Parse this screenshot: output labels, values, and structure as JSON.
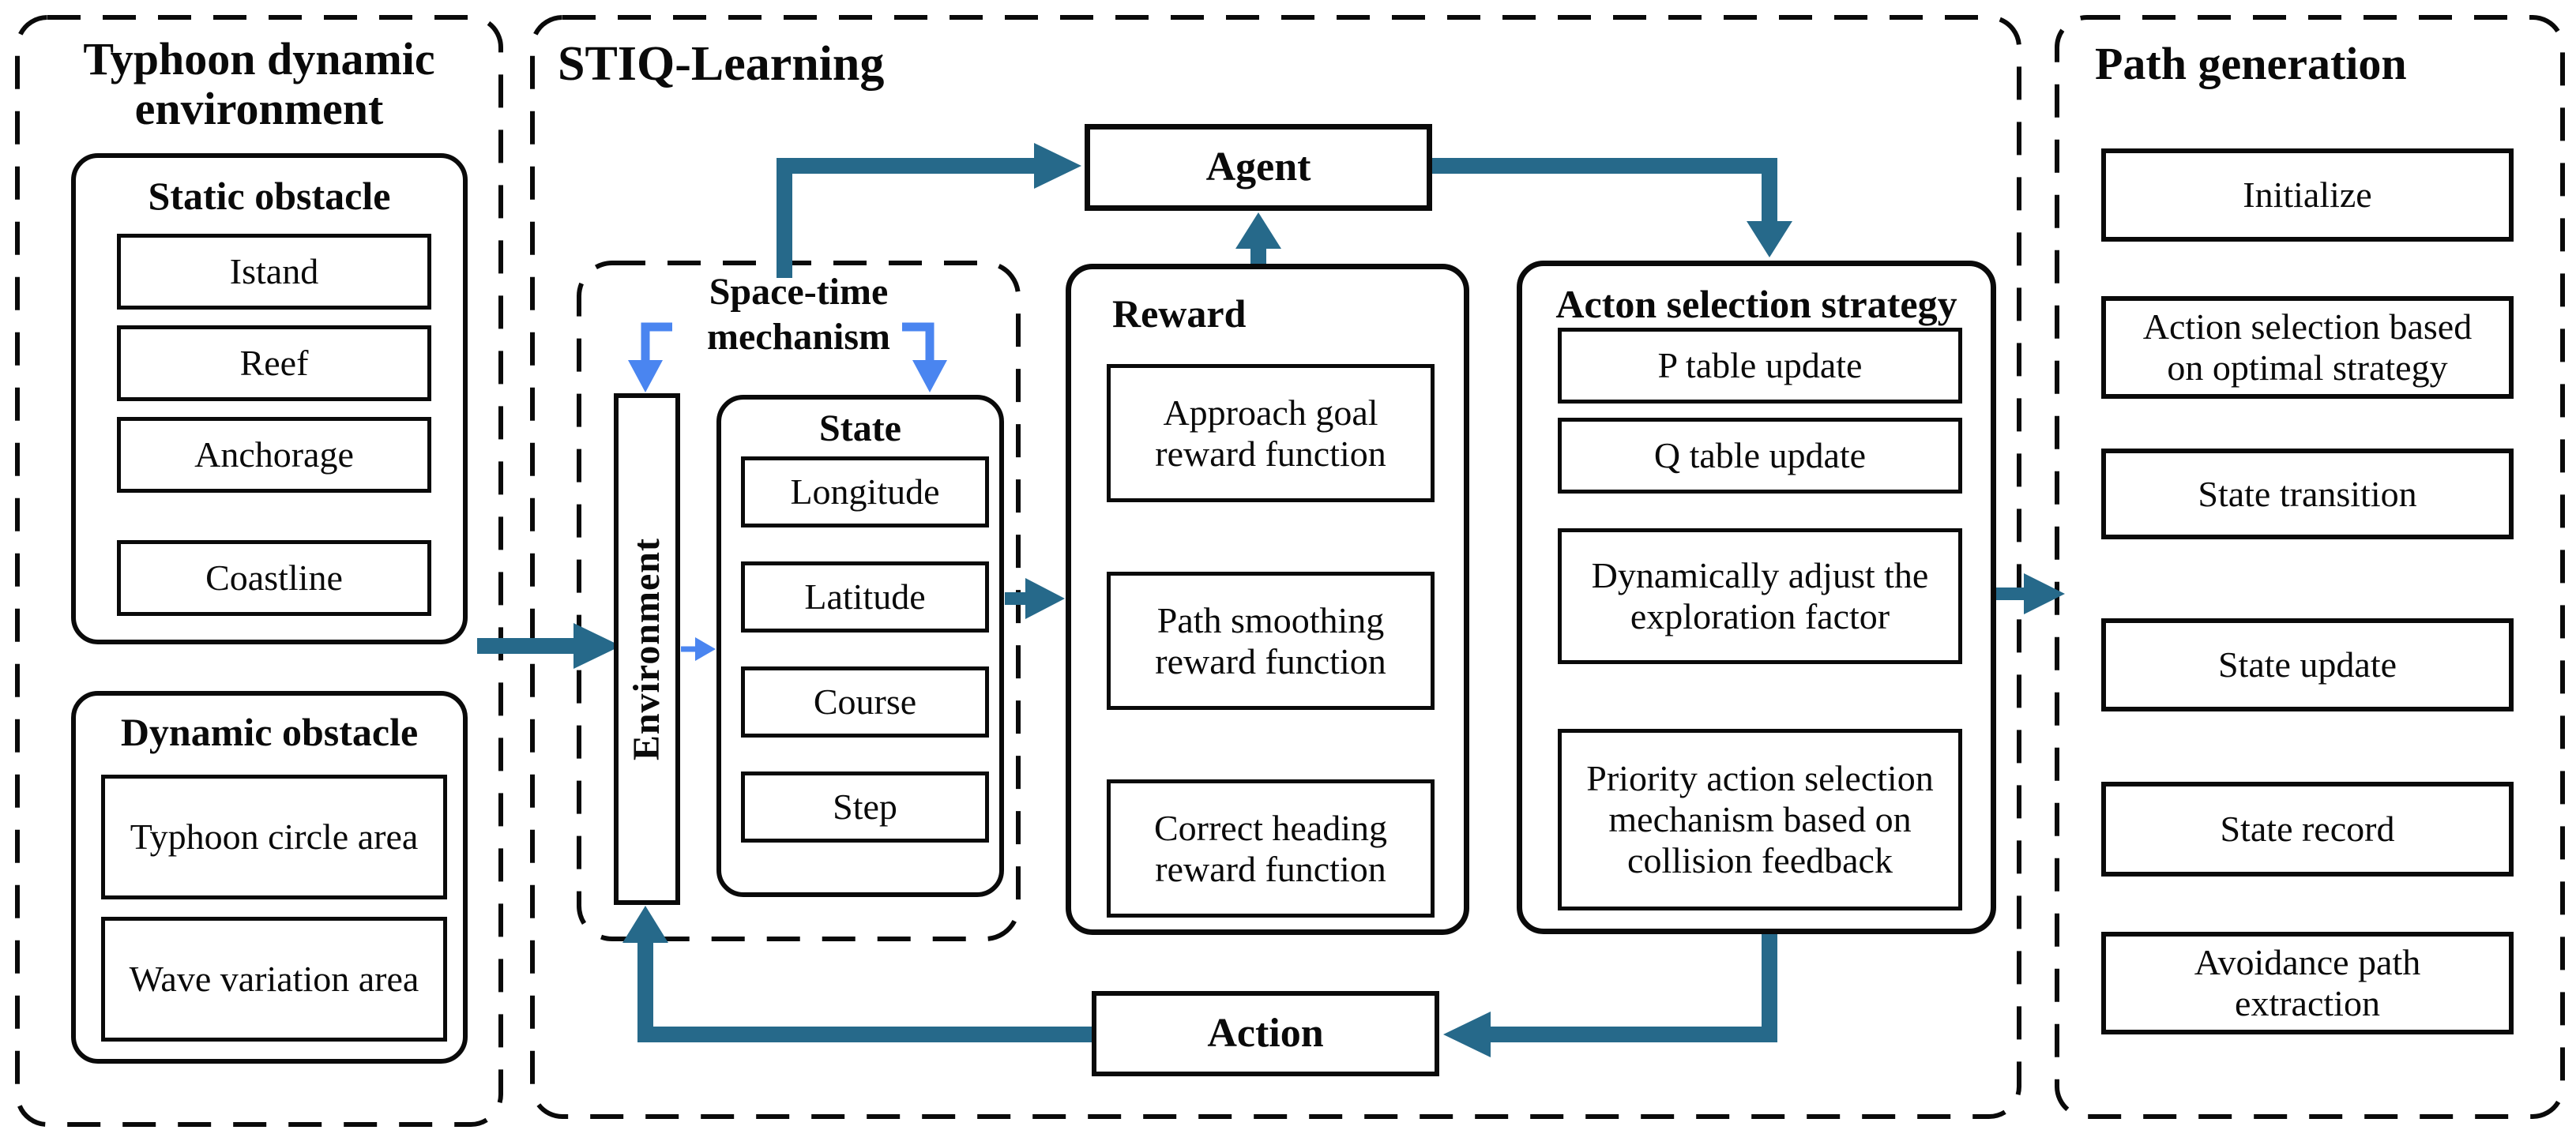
{
  "diagram": {
    "colors": {
      "arrow_teal": "#26698a",
      "arrow_blue": "#4a85f0"
    },
    "left_panel": {
      "title": "Typhoon dynamic environment",
      "static_group": {
        "header": "Static obstacle",
        "items": [
          "Istand",
          "Reef",
          "Anchorage",
          "Coastline"
        ]
      },
      "dynamic_group": {
        "header": "Dynamic obstacle",
        "items": [
          "Typhoon circle area",
          "Wave variation area"
        ]
      }
    },
    "mid_panel": {
      "title": "STIQ-Learning",
      "agent_label": "Agent",
      "action_label": "Action",
      "spacetime": {
        "header": "Space-time mechanism",
        "environment_label": "Environment",
        "state": {
          "header": "State",
          "items": [
            "Longitude",
            "Latitude",
            "Course",
            "Step"
          ]
        }
      },
      "reward": {
        "header": "Reward",
        "items": [
          "Approach goal reward function",
          "Path smoothing reward function",
          "Correct heading reward function"
        ]
      },
      "strategy": {
        "header": "Acton selection strategy",
        "items": [
          "P table update",
          "Q table update",
          "Dynamically adjust the exploration factor",
          "Priority action selection mechanism based on collision feedback"
        ]
      }
    },
    "right_panel": {
      "title": "Path generation",
      "items": [
        "Initialize",
        "Action selection based on optimal strategy",
        "State transition",
        "State update",
        "State record",
        "Avoidance path extraction"
      ]
    }
  }
}
